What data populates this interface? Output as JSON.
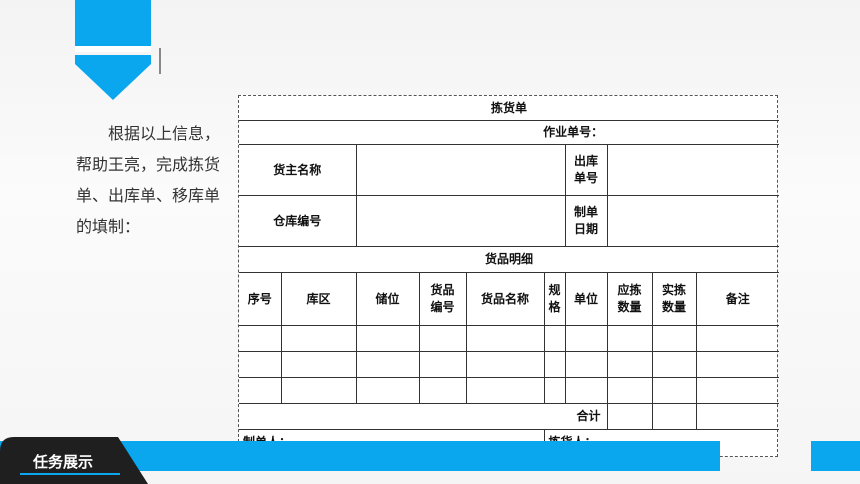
{
  "slide": {
    "paragraph": "根据以上信息，帮助王亮，完成拣货单、出库单、移库单的填制：",
    "footer_tab": "任务展示",
    "colors": {
      "accent": "#0aa7ef",
      "dark": "#1f1f1f"
    }
  },
  "form": {
    "title": "拣货单",
    "order_no_label": "作业单号：",
    "owner_label": "货主名称",
    "outbound_no_label_1": "出库",
    "outbound_no_label_2": "单号",
    "warehouse_no_label": "仓库编号",
    "made_date_label_1": "制单",
    "made_date_label_2": "日期",
    "detail_title": "货品明细",
    "columns": {
      "seq": "序号",
      "zone": "库区",
      "slot": "储位",
      "code_1": "货品",
      "code_2": "编号",
      "name": "货品名称",
      "spec_1": "规",
      "spec_2": "格",
      "unit": "单位",
      "req_1": "应拣",
      "req_2": "数量",
      "act_1": "实拣",
      "act_2": "数量",
      "remark": "备注"
    },
    "total_label": "合计",
    "maker_label": "制单人：",
    "picker_label": "拣货人："
  }
}
